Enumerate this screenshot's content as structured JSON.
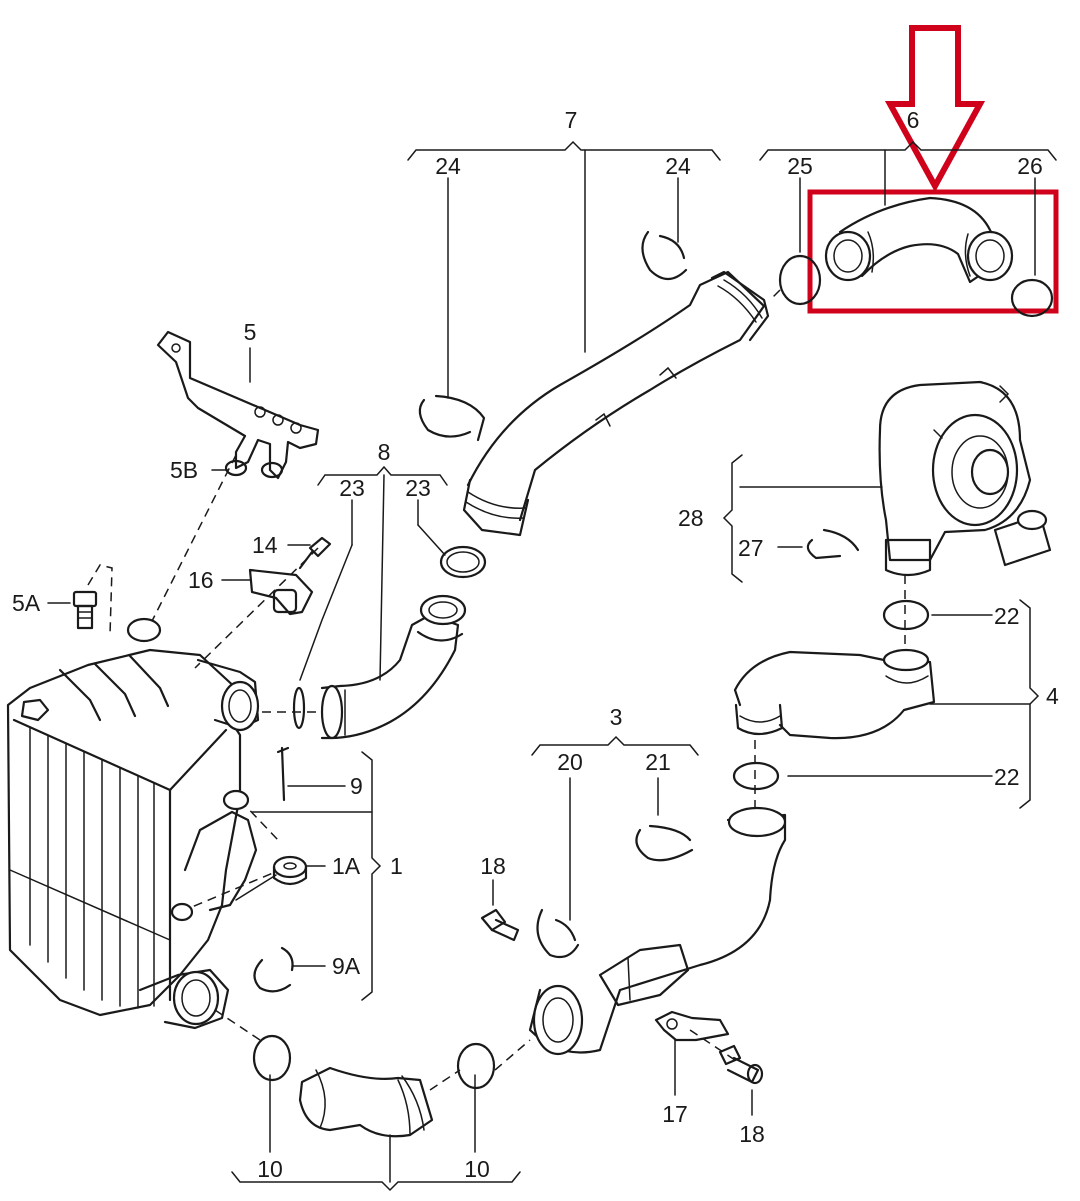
{
  "labels": {
    "l1": "1",
    "l1A": "1A",
    "l3": "3",
    "l4": "4",
    "l5": "5",
    "l5A": "5A",
    "l5B": "5B",
    "l6": "6",
    "l7": "7",
    "l8": "8",
    "l9": "9",
    "l9A": "9A",
    "l10a": "10",
    "l10b": "10",
    "l14": "14",
    "l16": "16",
    "l17": "17",
    "l18a": "18",
    "l18b": "18",
    "l20": "20",
    "l21": "21",
    "l22a": "22",
    "l22b": "22",
    "l23a": "23",
    "l23b": "23",
    "l24a": "24",
    "l24b": "24",
    "l25": "25",
    "l26": "26",
    "l27": "27",
    "l28": "28"
  },
  "highlight": {
    "color": "#d0021b",
    "target_part": "6"
  },
  "line_color": "#1a1a1a"
}
